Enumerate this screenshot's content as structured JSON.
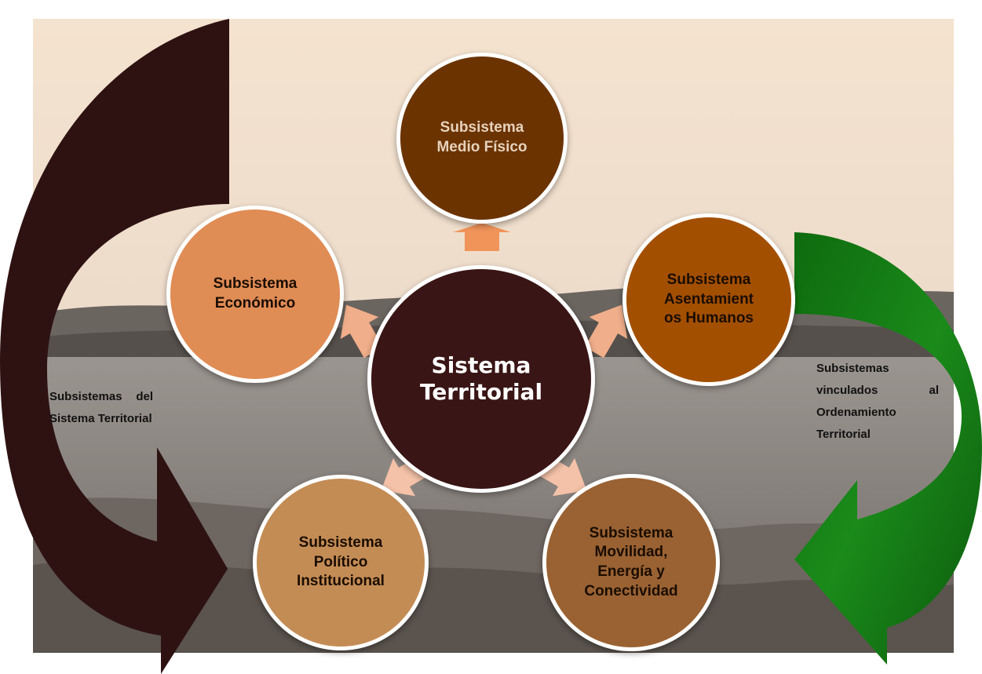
{
  "diagram": {
    "center": {
      "label": "Sistema\nTerritorial",
      "color": "#3a1515",
      "text_color": "#ffffff"
    },
    "subsystems": [
      {
        "id": "medio-fisico",
        "label": "Subsistema\nMedio Físico",
        "color": "#6b3300",
        "text_color": "#e6d2bc"
      },
      {
        "id": "asentamientos",
        "label": "Subsistema\nAsentamient\nos Humanos",
        "color": "#a34f00",
        "text_color": "#1a0d00"
      },
      {
        "id": "movilidad",
        "label": "Subsistema\nMovilidad,\nEnergía y\nConectividad",
        "color": "#9a6233",
        "text_color": "#1a0d00"
      },
      {
        "id": "politico",
        "label": "Subsistema\nPolítico\nInstitucional",
        "color": "#c48c55",
        "text_color": "#1a0d00"
      },
      {
        "id": "economico",
        "label": "Subsistema\nEconómico",
        "color": "#e08c55",
        "text_color": "#1a0d00"
      }
    ],
    "left_caption": "Subsistemas del Sistema Territorial",
    "right_caption": "Subsistemas vinculados al Ordenamiento Territorial",
    "colors": {
      "background_sky": "#f4e3cf",
      "left_arrow": "#2e1212",
      "right_arrow": "#1a8a1a",
      "small_arrow_top": "#f0945a",
      "small_arrow_sides": "#f0ae8a",
      "small_arrow_bottom": "#f4c2a8"
    }
  }
}
